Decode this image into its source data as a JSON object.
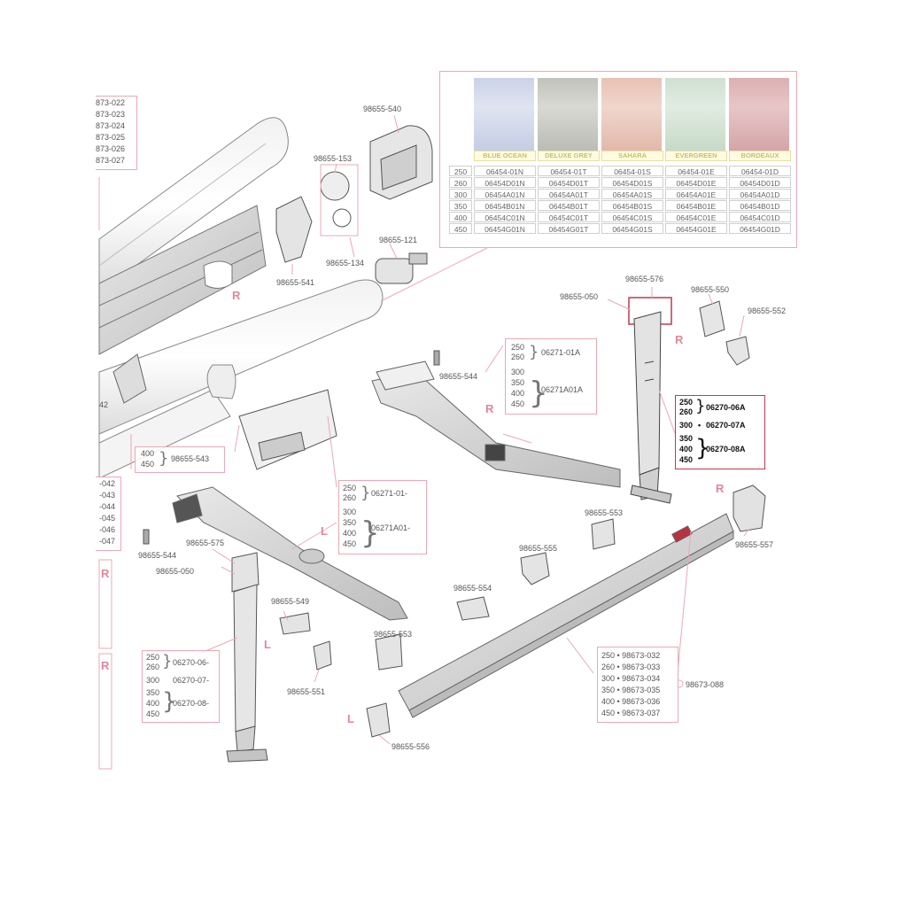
{
  "side_marks": {
    "right": "R",
    "left": "L"
  },
  "color_table": {
    "colors": [
      {
        "name": "BLUE OCEAN",
        "hex": "#c9d3e8"
      },
      {
        "name": "DELUXE GREY",
        "hex": "#c2c2bd"
      },
      {
        "name": "SAHARA",
        "hex": "#e8c2b4"
      },
      {
        "name": "EVERGREEN",
        "hex": "#cfe0d0"
      },
      {
        "name": "BORDEAUX",
        "hex": "#dcb0b2"
      }
    ],
    "lengths": [
      "250",
      "260",
      "300",
      "350",
      "400",
      "450"
    ],
    "rows": [
      [
        "06454-01N",
        "06454-01T",
        "06454-01S",
        "06454-01E",
        "06454-01D"
      ],
      [
        "06454D01N",
        "06454D01T",
        "06454D01S",
        "06454D01E",
        "06454D01D"
      ],
      [
        "06454A01N",
        "06454A01T",
        "06454A01S",
        "06454A01E",
        "06454A01D"
      ],
      [
        "06454B01N",
        "06454B01T",
        "06454B01S",
        "06454B01E",
        "06454B01D"
      ],
      [
        "06454C01N",
        "06454C01T",
        "06454C01S",
        "06454C01E",
        "06454C01D"
      ],
      [
        "06454G01N",
        "06454G01T",
        "06454G01S",
        "06454G01E",
        "06454G01D"
      ]
    ]
  },
  "left_column_codes_top": [
    "873-022",
    "873-023",
    "873-024",
    "873-025",
    "873-026",
    "873-027"
  ],
  "left_column_codes_mid": [
    "-042",
    "-043",
    "-044",
    "-045",
    "-046",
    "-047"
  ],
  "left_partial_label": "42",
  "part_labels": {
    "p540": "98655-540",
    "p153": "98655-153",
    "p134": "98655-134",
    "p121": "98655-121",
    "p541": "98655-541",
    "p576": "98655-576",
    "p050_right": "98655-050",
    "p550": "98655-550",
    "p552": "98655-552",
    "p544_right": "98655-544",
    "p543": "98655-543",
    "p557": "98655-557",
    "p553_top": "98655-553",
    "p555": "98655-555",
    "p554": "98655-554",
    "p544_left": "98655-544",
    "p575": "98655-575",
    "p050_left": "98655-050",
    "p549": "98655-549",
    "p551": "98655-551",
    "p553_bottom": "98655-553",
    "p556": "98655-556",
    "p088": "98673-088"
  },
  "box_543": {
    "lengths": [
      "400",
      "450"
    ],
    "code": "98655-543"
  },
  "box_arm_right": {
    "group1": {
      "lengths": [
        "250",
        "260"
      ],
      "code": "06271-01A"
    },
    "group2": {
      "lengths": [
        "300",
        "350",
        "400",
        "450"
      ],
      "code": "06271A01A"
    }
  },
  "box_leg_right": {
    "group1": {
      "lengths": [
        "250",
        "260"
      ],
      "code": "06270-06A"
    },
    "group2": {
      "length": "300",
      "code": "06270-07A"
    },
    "group3": {
      "lengths": [
        "350",
        "400",
        "450"
      ],
      "code": "06270-08A"
    }
  },
  "box_arm_left": {
    "group1": {
      "lengths": [
        "250",
        "260"
      ],
      "code": "06271-01-"
    },
    "group2": {
      "lengths": [
        "300",
        "350",
        "400",
        "450"
      ],
      "code": "06271A01-"
    }
  },
  "box_leg_left": {
    "group1": {
      "lengths": [
        "250",
        "260"
      ],
      "code": "06270-06-"
    },
    "group2": {
      "length": "300",
      "code": "06270-07-"
    },
    "group3": {
      "lengths": [
        "350",
        "400",
        "450"
      ],
      "code": "06270-08-"
    }
  },
  "box_front_bar": {
    "rows": [
      {
        "len": "250",
        "code": "98673-032"
      },
      {
        "len": "260",
        "code": "98673-033"
      },
      {
        "len": "300",
        "code": "98673-034"
      },
      {
        "len": "350",
        "code": "98673-035"
      },
      {
        "len": "400",
        "code": "98673-036"
      },
      {
        "len": "450",
        "code": "98673-037"
      }
    ],
    "bullet": "•"
  },
  "accent_colors": {
    "callout_line": "#e8a9b5",
    "highlight_box": "#c0394f",
    "side_letter": "#e0879a"
  }
}
